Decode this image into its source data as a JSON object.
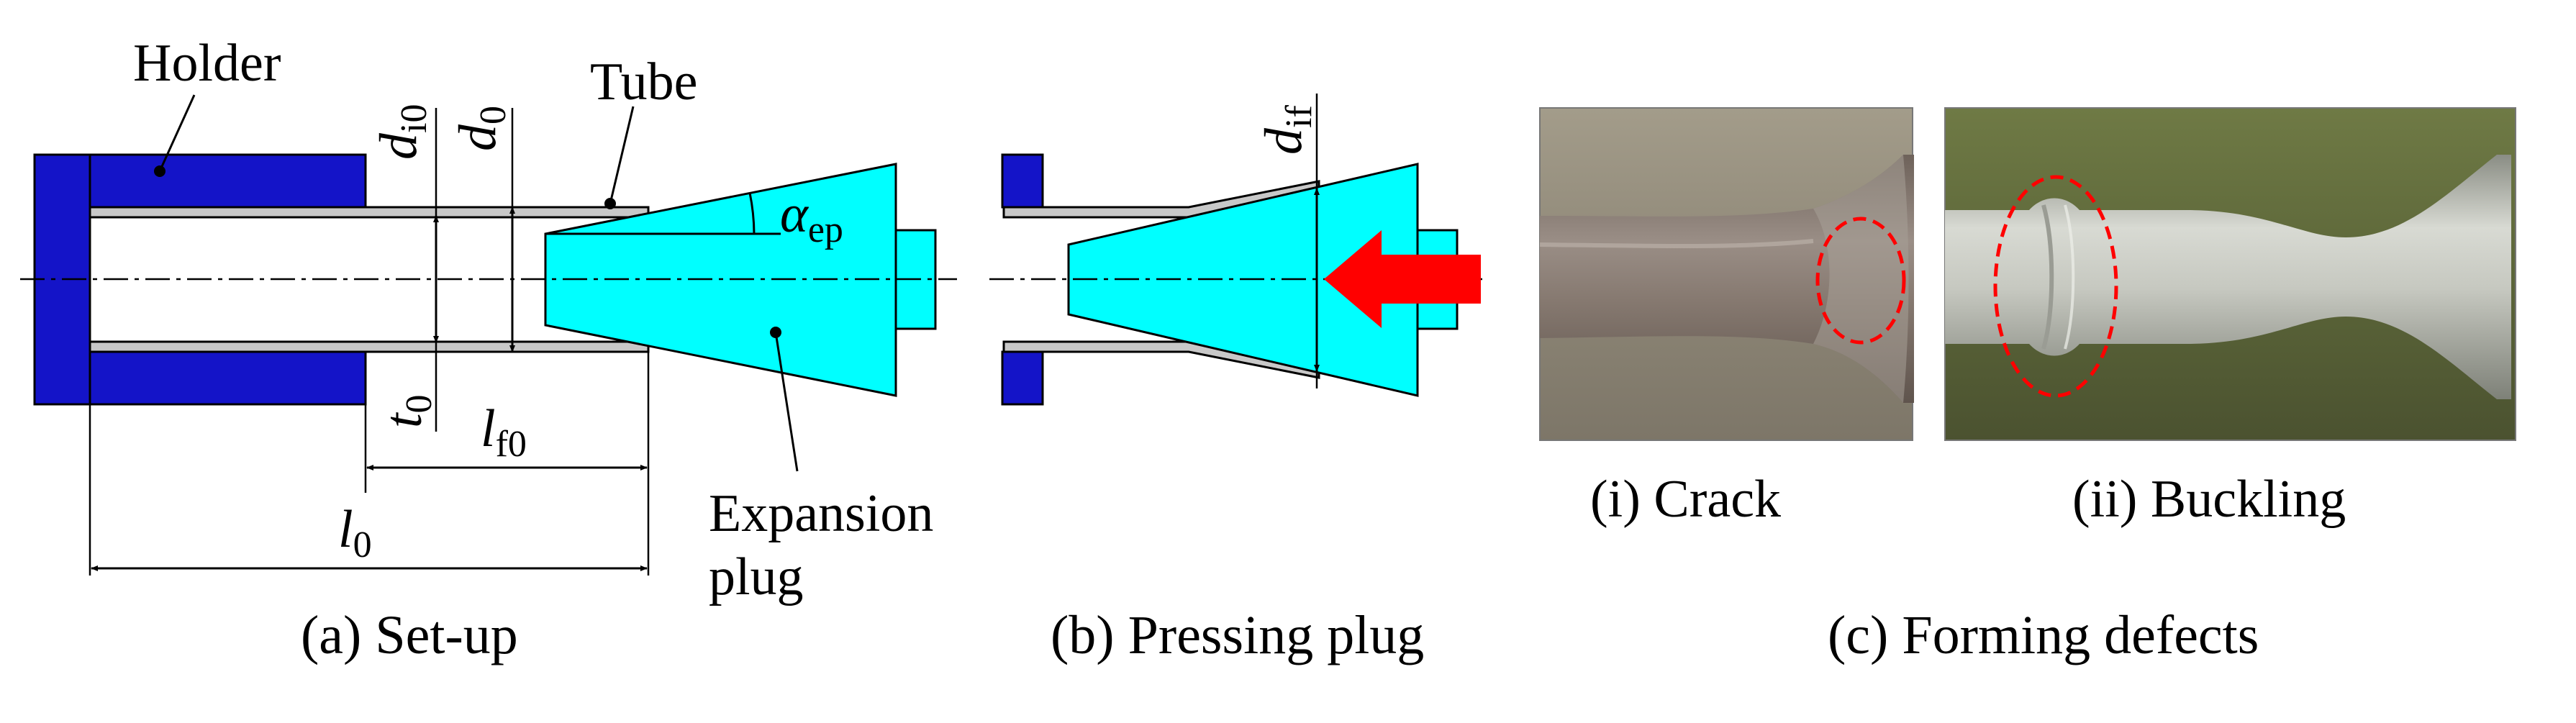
{
  "panel_a": {
    "caption": "(a) Set-up",
    "labels": {
      "holder": "Holder",
      "tube": "Tube",
      "expansion_plug_line1": "Expansion",
      "expansion_plug_line2": "plug"
    },
    "symbols": {
      "d_i0": {
        "base": "d",
        "sub": "i0"
      },
      "d_0": {
        "base": "d",
        "sub": "0"
      },
      "alpha_ep": {
        "base": "α",
        "sub": "ep"
      },
      "t_0": {
        "base": "t",
        "sub": "0"
      },
      "l_f0": {
        "base": "l",
        "sub": "f0"
      },
      "l_0": {
        "base": "l",
        "sub": "0"
      }
    }
  },
  "panel_b": {
    "caption": "(b) Pressing plug",
    "symbols": {
      "d_if": {
        "base": "d",
        "sub": "if"
      }
    }
  },
  "panel_c": {
    "caption": "(c) Forming defects",
    "photos": [
      {
        "caption": "(i) Crack"
      },
      {
        "caption": "(ii) Buckling"
      }
    ]
  },
  "colors": {
    "holder": "#1414c8",
    "plug": "#00ffff",
    "tube_fill": "#c8c8c8",
    "highlight": "#ff0000",
    "arrow": "#ff0000",
    "outline": "#000000"
  }
}
